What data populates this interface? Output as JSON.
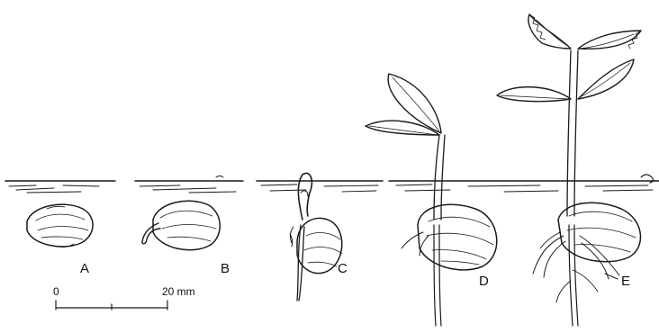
{
  "stages": [
    {
      "id": "A",
      "label": "A"
    },
    {
      "id": "B",
      "label": "B"
    },
    {
      "id": "C",
      "label": "C"
    },
    {
      "id": "D",
      "label": "D"
    },
    {
      "id": "E",
      "label": "E"
    }
  ],
  "scale_bar": {
    "start_label": "0",
    "end_label": "20 mm"
  },
  "colors": {
    "ink": "#1a1a1a",
    "paper": "#ffffff"
  }
}
